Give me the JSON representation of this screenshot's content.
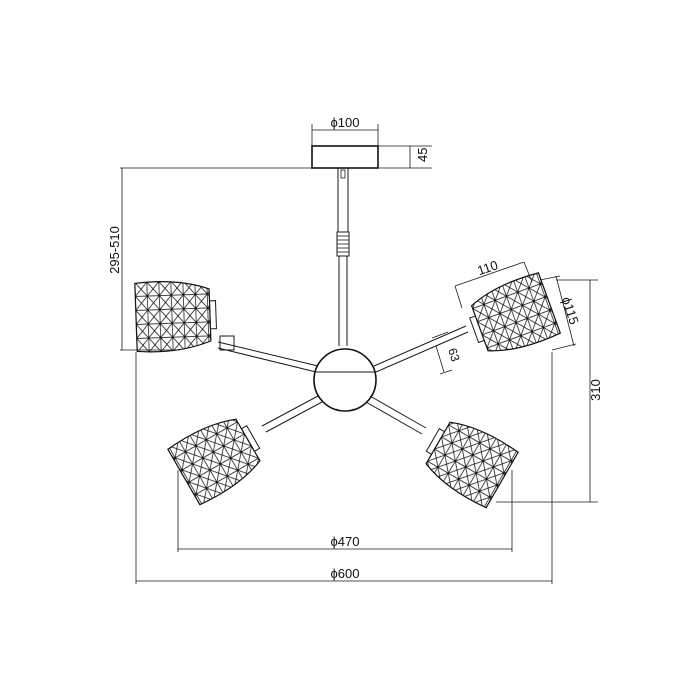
{
  "dimensions": {
    "canopy_diameter": "ϕ100",
    "canopy_height": "45",
    "suspension_range": "295-510",
    "shade_length": "110",
    "shade_diameter": "ϕ115",
    "shade_neck": "63",
    "total_height": "310",
    "inner_span": "ϕ470",
    "outer_span": "ϕ600"
  }
}
